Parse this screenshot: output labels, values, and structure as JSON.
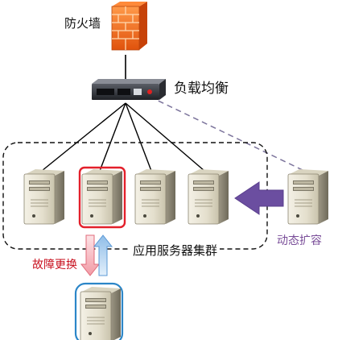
{
  "labels": {
    "firewall": "防火墙",
    "load_balancer": "负载均衡",
    "server_cluster": "应用服务器集群",
    "failover": "故障更换",
    "scale_out": "动态扩容"
  },
  "colors": {
    "failed_server_outline": "#e3202b",
    "replacement_server_outline": "#2c86c8",
    "scale_arrow": "#6b4ea0",
    "scale_dashed_line": "#7b739b",
    "failover_text": "#c8101e",
    "scale_text": "#7a4e99",
    "down_arrow_fill": "#f5b8bf",
    "up_arrow_fill": "#b3d3f0",
    "firewall_brick": "#f26a1b"
  },
  "icons": {
    "firewall": "firewall-brick-wall-icon",
    "load_balancer": "rack-appliance-icon",
    "server": "tower-server-icon"
  }
}
